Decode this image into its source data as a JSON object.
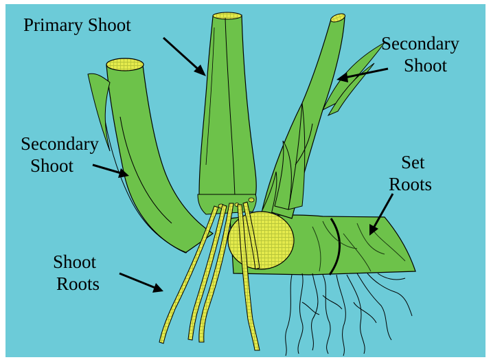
{
  "labels": {
    "primary_shoot": "Primary Shoot",
    "secondary_shoot_right": [
      "Secondary",
      "Shoot"
    ],
    "secondary_shoot_left": [
      "Secondary",
      "Shoot"
    ],
    "set_roots": [
      "Set",
      "Roots"
    ],
    "shoot_roots": [
      "Shoot",
      "Roots"
    ]
  },
  "colors": {
    "background": "#6ccbd8",
    "plant_green": "#6dc24a",
    "root_yellow": "#e2e84a",
    "outline": "#000000"
  }
}
